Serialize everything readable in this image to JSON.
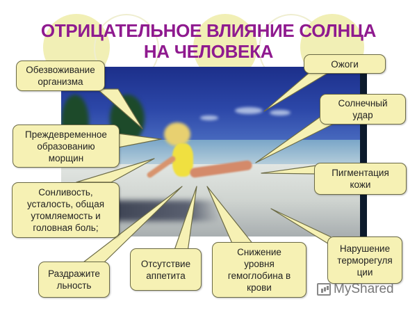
{
  "title": {
    "line1": "ОТРИЦАТЕЛЬНОЕ ВЛИЯНИЕ СОЛНЦА",
    "line2": "НА ЧЕЛОВЕКА",
    "color": "#8f1a8f"
  },
  "photo": {
    "description": "woman in yellow swimsuit lying on beach"
  },
  "callouts": [
    {
      "id": "dehydration",
      "text": "Обезвоживание\nорганизма"
    },
    {
      "id": "wrinkles",
      "text": "Преждевременное\nобразованию\nморщин"
    },
    {
      "id": "drowsiness",
      "text": "Сонливость,\nусталость, общая\nутомляемость и\nголовная боль;"
    },
    {
      "id": "irritability",
      "text": "Раздражите\nльность"
    },
    {
      "id": "appetite",
      "text": "Отсутствие\nаппетита"
    },
    {
      "id": "hemoglobin",
      "text": "Снижение\nуровня\nгемоглобина в\nкрови"
    },
    {
      "id": "thermoregulation",
      "text": "Нарушение\nтерморегуля\nции"
    },
    {
      "id": "pigmentation",
      "text": "Пигментация\nкожи"
    },
    {
      "id": "sunstroke",
      "text": "Солнечный\nудар"
    },
    {
      "id": "burns",
      "text": "Ожоги"
    }
  ],
  "colors": {
    "callout_fill": "#f6f1b4",
    "callout_border": "#6b6a45",
    "deco_circle": "#f1efb5"
  },
  "watermark": {
    "text": "MyShared"
  }
}
